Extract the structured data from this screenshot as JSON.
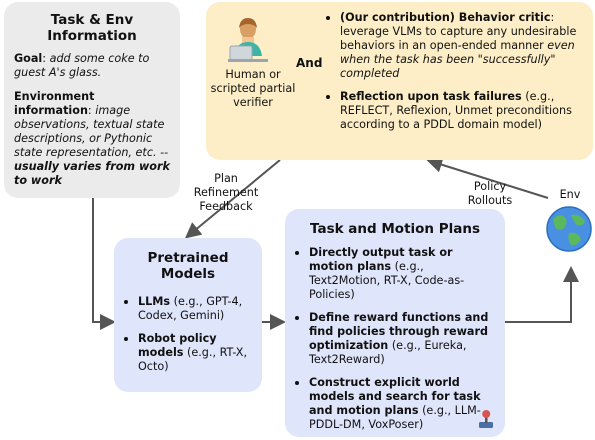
{
  "info": {
    "title": "Task & Env Information",
    "goal_label": "Goal",
    "goal_text": "add some coke to guest A's glass.",
    "env_label": "Environment information",
    "env_text": "image observations, textual state descriptions, or Pythonic state representation, etc. --",
    "env_bold": "usually varies from work to work"
  },
  "verifier": {
    "caption": "Human or scripted partial verifier",
    "and": "And",
    "bullet1_bold": "(Our contribution) Behavior critic",
    "bullet1_text": ": leverage VLMs to capture any undesirable behaviors in an open-ended manner ",
    "bullet1_italic": "even when the task has been \"successfully\" completed",
    "bullet2_bold": "Reflection upon task failures",
    "bullet2_text": " (e.g., REFLECT, Reflexion, Unmet preconditions according to a PDDL domain model)"
  },
  "feedback_label": "Plan Refinement Feedback",
  "rollouts_label": "Policy Rollouts",
  "env_label": "Env",
  "models": {
    "title": "Pretrained Models",
    "item1_bold": "LLMs",
    "item1_text": " (e.g., GPT-4, Codex, Gemini)",
    "item2_bold": "Robot policy models",
    "item2_text": " (e.g., RT-X, Octo)"
  },
  "plans": {
    "title": "Task and Motion Plans",
    "item1_bold": "Directly output task or motion plans",
    "item1_text": " (e.g., Text2Motion, RT-X, Code-as-Policies)",
    "item2_bold": "Define reward functions and find policies through reward optimization",
    "item2_text": " (e.g., Eureka, Text2Reward)",
    "item3_bold": "Construct explicit world models and search for task and motion plans",
    "item3_text": " (e.g., LLM-PDDL-DM, VoxPoser)"
  },
  "colors": {
    "info_bg": "#ebebeb",
    "verifier_bg": "#fdeec7",
    "models_bg": "#dfe5fb",
    "arrow": "#555555"
  },
  "icons": [
    "person-at-laptop-icon",
    "globe-icon",
    "joystick-icon"
  ]
}
